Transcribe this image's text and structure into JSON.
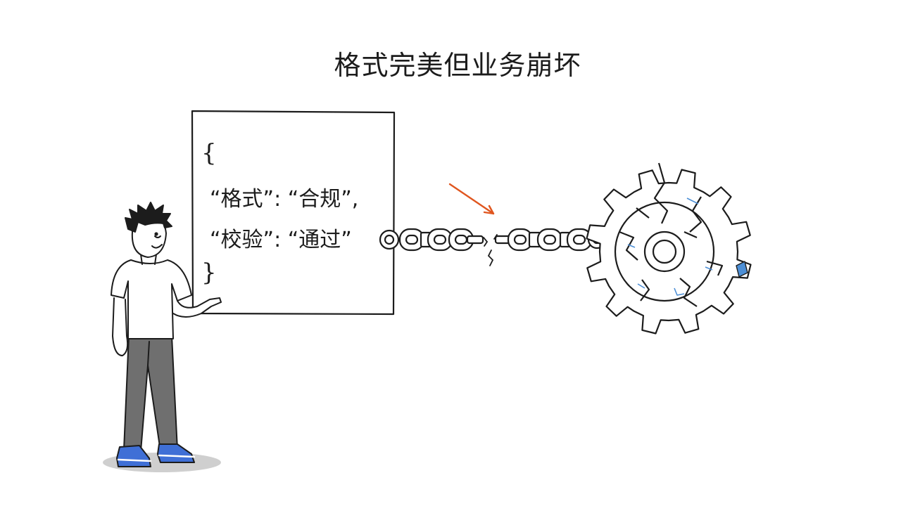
{
  "title": "格式完美但业务崩坏",
  "code_panel": {
    "open_brace": "{",
    "line1": "“格式”: “合规”,",
    "line2": "“校验”: “通过”",
    "close_brace": "}"
  },
  "colors": {
    "ink": "#1c1c1c",
    "arrow": "#e0561f",
    "shoes": "#3f6fd6",
    "pants": "#6e6e6e",
    "crack_blue": "#4d8fd6",
    "shadow": "#bfbfbf"
  },
  "icons": [
    "person",
    "chain",
    "broken-chain-link",
    "broken-gear",
    "arrow"
  ]
}
